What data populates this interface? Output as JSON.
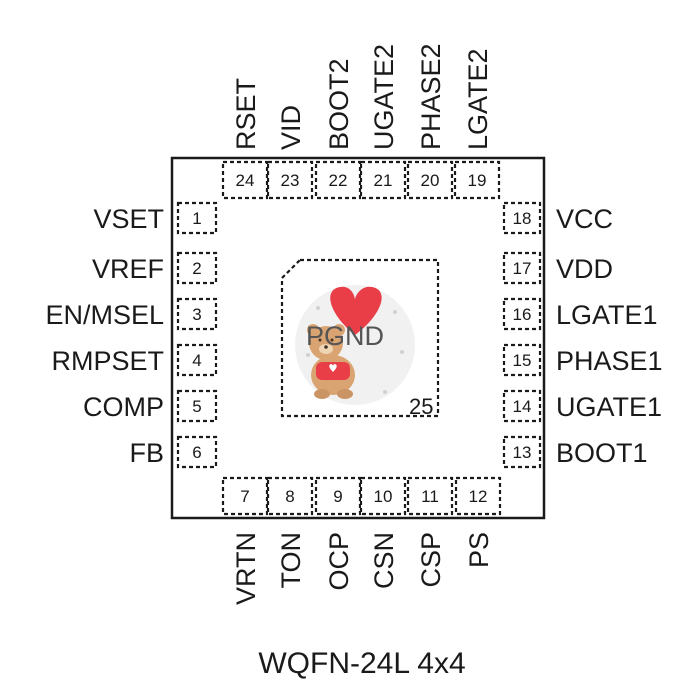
{
  "package": {
    "label": "WQFN-24L 4x4"
  },
  "pins": {
    "left": [
      {
        "num": "1",
        "name": "VSET"
      },
      {
        "num": "2",
        "name": "VREF"
      },
      {
        "num": "3",
        "name": "EN/MSEL"
      },
      {
        "num": "4",
        "name": "RMPSET"
      },
      {
        "num": "5",
        "name": "COMP"
      },
      {
        "num": "6",
        "name": "FB"
      }
    ],
    "bottom": [
      {
        "num": "7",
        "name": "VRTN"
      },
      {
        "num": "8",
        "name": "TON"
      },
      {
        "num": "9",
        "name": "OCP"
      },
      {
        "num": "10",
        "name": "CSN"
      },
      {
        "num": "11",
        "name": "CSP"
      },
      {
        "num": "12",
        "name": "PS"
      }
    ],
    "right": [
      {
        "num": "13",
        "name": "BOOT1"
      },
      {
        "num": "14",
        "name": "UGATE1"
      },
      {
        "num": "15",
        "name": "PHASE1"
      },
      {
        "num": "16",
        "name": "LGATE1"
      },
      {
        "num": "17",
        "name": "VDD"
      },
      {
        "num": "18",
        "name": "VCC"
      }
    ],
    "top": [
      {
        "num": "19",
        "name": "LGATE2"
      },
      {
        "num": "20",
        "name": "PHASE2"
      },
      {
        "num": "21",
        "name": "UGATE2"
      },
      {
        "num": "22",
        "name": "BOOT2"
      },
      {
        "num": "23",
        "name": "VID"
      },
      {
        "num": "24",
        "name": "RSET"
      }
    ]
  },
  "exposed_pad": {
    "name": "PGND",
    "num": "25"
  },
  "colors": {
    "outline": "#1a1a1a",
    "text": "#1a1a1a",
    "heart": "#e8343f",
    "bear": "#d9a06b"
  },
  "watermark": {
    "icon": "teddy-bear-heart-icon"
  }
}
